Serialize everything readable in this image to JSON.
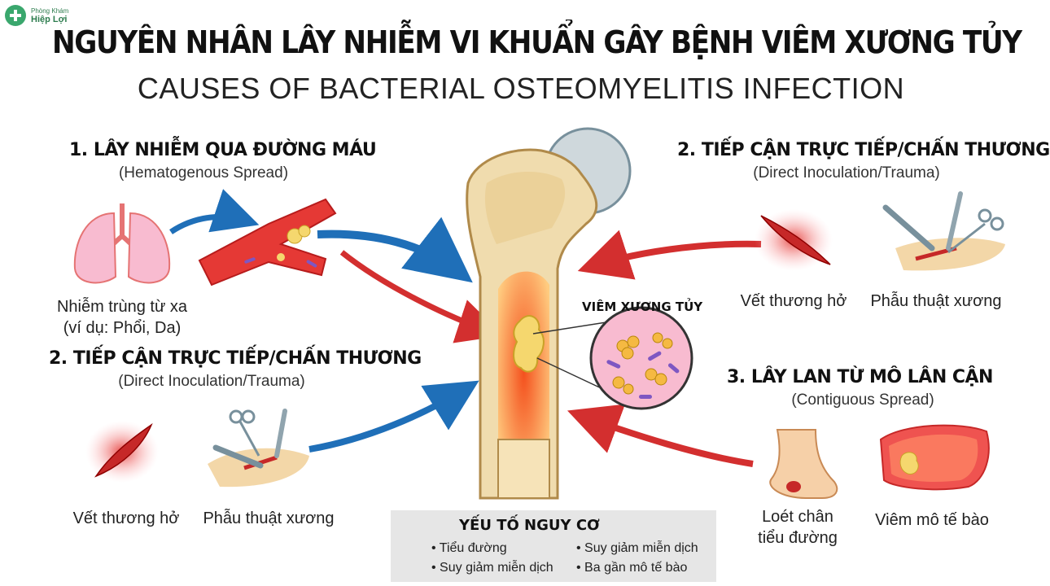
{
  "logo": {
    "line1": "Phòng Khám",
    "line2": "Hiệp Lợi"
  },
  "title": "NGUYÊN NHÂN LÂY NHIỄM VI KHUẨN GÂY BỆNH VIÊM XƯƠNG TỦY",
  "subtitle": "CAUSES OF BACTERIAL OSTEOMYELITIS INFECTION",
  "hematogenous": {
    "heading": "1. LÂY NHIỄM QUA ĐƯỜNG MÁU",
    "sub": "(Hematogenous Spread)",
    "caption_line1": "Nhiễm trùng từ xa",
    "caption_line2": "(ví dụ: Phổi, Da)"
  },
  "direct_left": {
    "heading": "2. TIẾP CẬN TRỰC TIẾP/CHẤN THƯƠNG",
    "sub": "(Direct Inoculation/Trauma)",
    "caption_wound": "Vết thương hở",
    "caption_surgery": "Phẫu thuật xương"
  },
  "direct_right": {
    "heading": "2. TIẾP CẬN TRỰC TIẾP/CHẤN THƯƠNG",
    "sub": "(Direct Inoculation/Trauma)",
    "caption_wound": "Vết thương hở",
    "caption_surgery": "Phẫu thuật xương"
  },
  "contiguous": {
    "heading": "3. LÂY LAN TỪ MÔ LÂN CẬN",
    "sub": "(Contiguous Spread)",
    "caption_ulcer_line1": "Loét chân",
    "caption_ulcer_line2": "tiểu đường",
    "caption_cellulitis": "Viêm mô tế bào"
  },
  "zoom_label": "VIÊM XƯƠNG TỦY",
  "risk": {
    "title": "YẾU TỐ NGUY CƠ",
    "items": [
      "• Tiểu đường",
      "• Suy giảm miễn dịch",
      "• Suy giảm miễn dịch",
      "• Ba gần mô tế bào"
    ]
  },
  "colors": {
    "arrow_blue": "#1f6fb8",
    "arrow_red": "#d32f2f",
    "bone": "#f0dcae",
    "infection": "#e53935",
    "pus": "#f5d76e",
    "brand_green": "#3aa76d"
  }
}
